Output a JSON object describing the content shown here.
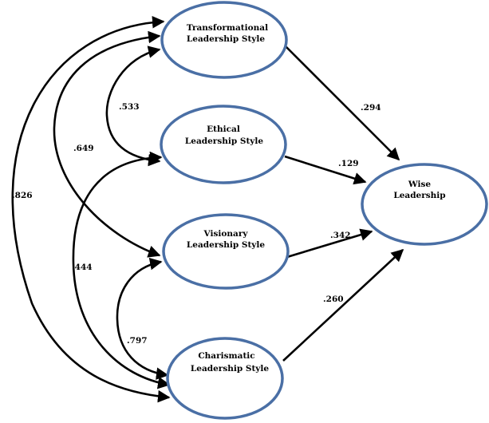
{
  "nodes": {
    "transformational": {
      "line1": "Transformational",
      "line2": "Leadership Style"
    },
    "ethical": {
      "line1": "Ethical",
      "line2": "Leadership Style"
    },
    "visionary": {
      "line1": "Visionary",
      "line2": "Leadership Style"
    },
    "charismatic": {
      "line1": "Charismatic",
      "line2": "Leadership Style"
    },
    "wise": {
      "line1": "Wise",
      "line2": "Leadership"
    }
  },
  "paths": {
    "transformational_to_wise": ".294",
    "ethical_to_wise": ".129",
    "visionary_to_wise": ".342",
    "charismatic_to_wise": ".260"
  },
  "correlations": {
    "transformational_ethical": ".533",
    "transformational_visionary": ".649",
    "transformational_charismatic": ".826",
    "ethical_charismatic": ".444",
    "visionary_charismatic": ".797"
  }
}
